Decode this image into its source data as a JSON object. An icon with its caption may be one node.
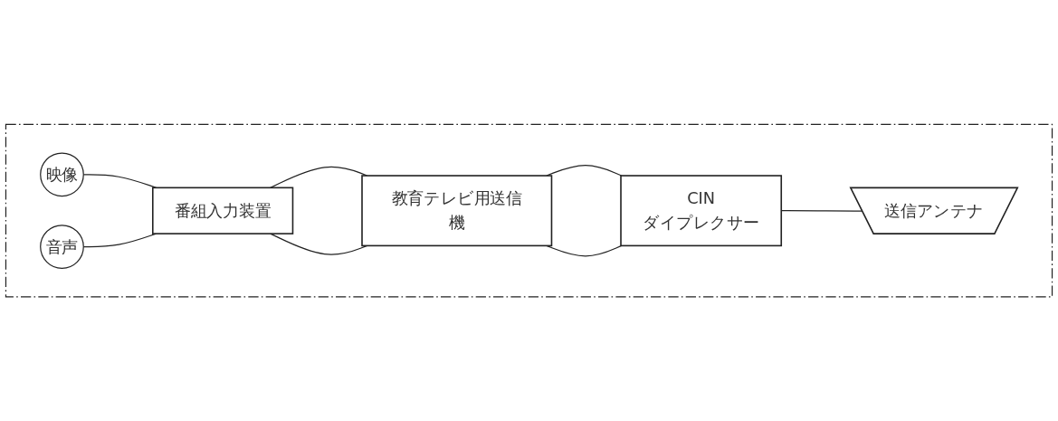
{
  "diagram": {
    "nodes": [
      {
        "text": [],
        "shape": "box"
      },
      {
        "text": [
          "映像"
        ],
        "in": 0
      },
      {
        "text": [
          "音声"
        ],
        "in": 0
      },
      {
        "text": [
          "番組入力装置"
        ],
        "in": 0
      },
      {
        "text": [
          "教育テレビ用送信機"
        ],
        "in": 0
      },
      {
        "text": [
          "CIN",
          "ダイプレクサー"
        ],
        "in": 0
      },
      {
        "text": [
          "送信アンテナ"
        ],
        "in": 0
      }
    ],
    "edges": [
      {
        "from": 1,
        "to": 3,
        "arrow": "none"
      },
      {
        "from": 2,
        "to": 3,
        "arrow": "none"
      },
      {
        "from": 3,
        "to": 4,
        "arrow": "none"
      },
      {
        "from": 3,
        "to": 4,
        "arrow": "none"
      },
      {
        "from": 4,
        "to": 5,
        "arrow": "none"
      },
      {
        "from": 4,
        "to": 5,
        "arrow": "none"
      },
      {
        "from": 5,
        "to": 6,
        "arrow": "none"
      }
    ]
  }
}
